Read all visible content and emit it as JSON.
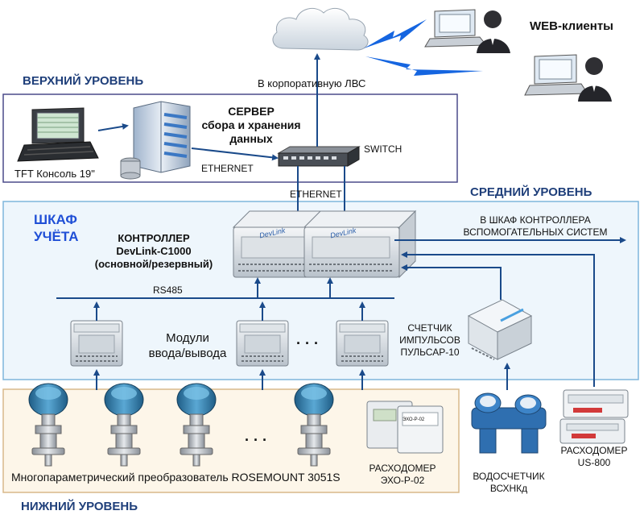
{
  "levels": {
    "top": "ВЕРХНИЙ УРОВЕНЬ",
    "middle": "СРЕДНИЙ УРОВЕНЬ",
    "bottom": "НИЖНИЙ УРОВЕНЬ"
  },
  "web_clients": "WEB-клиенты",
  "corporate_lan": "В корпоративную ЛВС",
  "server": {
    "line1": "СЕРВЕР",
    "line2": "сбора и хранения",
    "line3": "данных"
  },
  "switch_label": "SWITCH",
  "console_label": "TFT Консоль 19\"",
  "ethernet_top": "ETHERNET",
  "ethernet_mid": "ETHERNET",
  "cabinet": {
    "line1": "ШКАФ",
    "line2": "УЧЁТА"
  },
  "controller": {
    "line1": "КОНТРОЛЛЕР",
    "line2": "DevLink-C1000",
    "line3": "(основной/резервный)"
  },
  "controller_brand": "DevLink",
  "aux_cabinet": {
    "line1": "В ШКАФ КОНТРОЛЛЕРА",
    "line2": "ВСПОМОГАТЕЛЬНЫХ СИСТЕМ"
  },
  "rs485": "RS485",
  "io_modules": {
    "line1": "Модули",
    "line2": "ввода/вывода"
  },
  "ellipsis": "· · ·",
  "pulse_counter": {
    "line1": "СЧЕТЧИК",
    "line2": "ИМПУЛЬСОВ",
    "line3": "ПУЛЬСАР-10"
  },
  "transmitter_label": "Многопараметрический преобразователь ROSEMOUNT 3051S",
  "flowmeter_echo": {
    "line1": "РАСХОДОМЕР",
    "line2": "ЭХО-Р-02"
  },
  "flowmeter_echo_panel": "ЭХО-Р-02",
  "water_meter": {
    "line1": "ВОДОСЧЕТЧИК",
    "line2": "ВСХНКд"
  },
  "flowmeter_us": {
    "line1": "РАСХОДОМЕР",
    "line2": "US-800"
  },
  "colors": {
    "top_border": "#4a4a8a",
    "middle_fill": "#eef6fc",
    "middle_border": "#7fb5dc",
    "bottom_fill": "#fdf6e9",
    "bottom_border": "#d8b98a",
    "arrow": "#1a4a8a",
    "level_text": "#1f3f7a",
    "cabinet_text": "#1f4fd6",
    "lightning": "#1565e0"
  }
}
